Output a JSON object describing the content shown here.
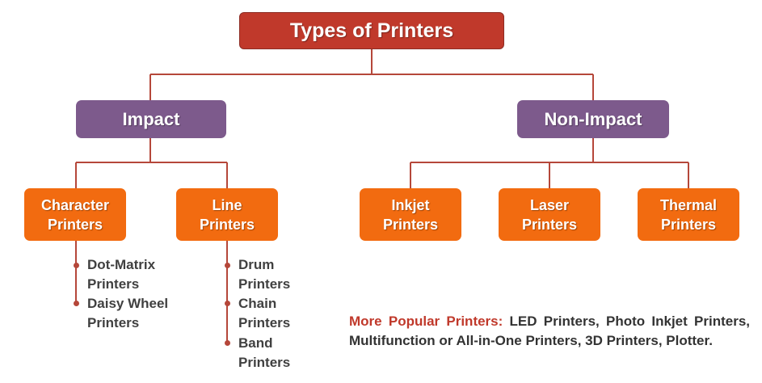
{
  "colors": {
    "root_fill": "#c0392b",
    "category_fill": "#7d5a8c",
    "leaf_fill": "#f26b10",
    "connector": "#b5473a",
    "bullet": "#b5473a",
    "highlight": "#c0392b",
    "body_text": "#333333"
  },
  "diagram": {
    "root": {
      "label": "Types of Printers"
    },
    "impact": {
      "label": "Impact",
      "character": {
        "label": "Character\nPrinters",
        "subtypes": [
          "Dot-Matrix\nPrinters",
          "Daisy Wheel\nPrinters"
        ]
      },
      "line": {
        "label": "Line\nPrinters",
        "subtypes": [
          "Drum\nPrinters",
          "Chain\nPrinters",
          "Band\nPrinters"
        ]
      }
    },
    "non_impact": {
      "label": "Non-Impact",
      "inkjet": {
        "label": "Inkjet\nPrinters"
      },
      "laser": {
        "label": "Laser\nPrinters"
      },
      "thermal": {
        "label": "Thermal\nPrinters"
      }
    },
    "popular": {
      "heading": "More Popular Printers:",
      "text": "LED Printers, Photo Inkjet Printers, Multifunction or All-in-One Printers, 3D Printers, Plotter."
    }
  }
}
